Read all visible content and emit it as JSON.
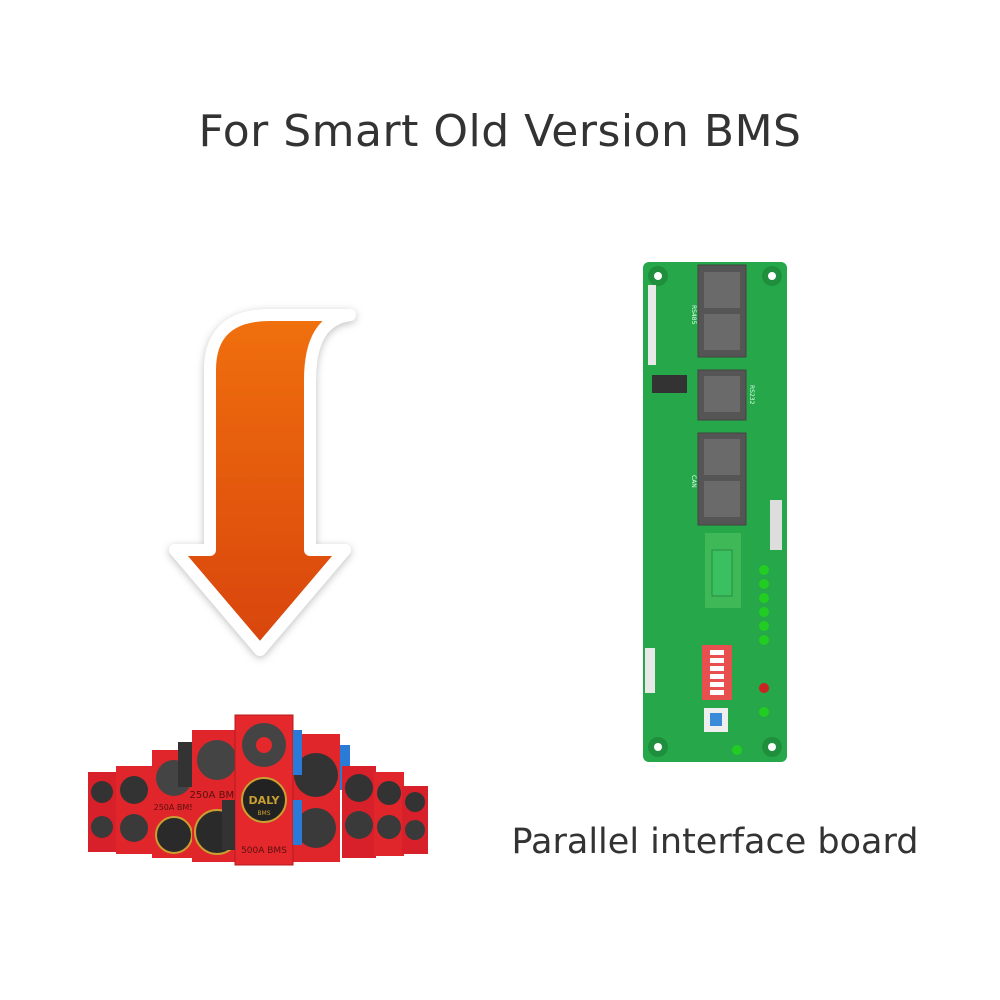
{
  "title": "For Smart Old Version BMS",
  "caption": "Parallel interface board",
  "arrow": {
    "direction": "down",
    "color_top": "#f07010",
    "color_bottom": "#d8440c"
  },
  "bms_group": {
    "logo": "DALY",
    "logo_sub": "BMS",
    "labels": [
      "250A BMS",
      "250A BMS",
      "500A BMS"
    ],
    "color": "#e0262a"
  },
  "board": {
    "color": "#26a84a",
    "ports": [
      "RS485",
      "RS232",
      "CAN"
    ],
    "dip_switch_color": "#e85050",
    "led_color": "#22cc22"
  }
}
